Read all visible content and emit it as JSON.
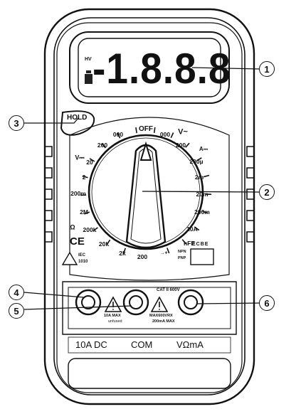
{
  "display": {
    "reading": "-1.8.8.8",
    "indicator": "HV"
  },
  "hold_button": {
    "label": "HOLD"
  },
  "callouts": [
    "1",
    "2",
    "3",
    "4",
    "5",
    "6"
  ],
  "dial": {
    "off_label": "OFF",
    "dcv_symbol": "V⎓",
    "acv_symbol": "V~",
    "resistance_symbol": "Ω",
    "dca_symbol": "A⎓",
    "ranges": [
      {
        "key": "dcv-1000",
        "label": "000"
      },
      {
        "key": "dcv-200",
        "label": "200"
      },
      {
        "key": "dcv-20",
        "label": "20"
      },
      {
        "key": "dcv-2",
        "label": "2"
      },
      {
        "key": "dcv-200m",
        "label": "200m"
      },
      {
        "key": "ohm-2m",
        "label": "2M"
      },
      {
        "key": "ohm-200k",
        "label": "200k"
      },
      {
        "key": "ohm-20k",
        "label": "20k"
      },
      {
        "key": "ohm-2k",
        "label": "2k"
      },
      {
        "key": "ohm-200",
        "label": "200"
      },
      {
        "key": "diode",
        "label": "→+"
      },
      {
        "key": "hfe",
        "label": "hFE"
      },
      {
        "key": "dca-10a",
        "label": "10A"
      },
      {
        "key": "dca-200m",
        "label": "200m"
      },
      {
        "key": "dca-20m",
        "label": "20m"
      },
      {
        "key": "dca-2m",
        "label": "2m"
      },
      {
        "key": "dca-200u",
        "label": "200µ"
      },
      {
        "key": "acv-200",
        "label": "200"
      },
      {
        "key": "acv-750",
        "label": "000"
      }
    ]
  },
  "hfe_socket": {
    "pins": "ECBE",
    "npn": "NPN",
    "pnp": "PNP"
  },
  "marks": {
    "ce": "CE",
    "iec": "IEC",
    "iec_num": "1010"
  },
  "jacks": {
    "cat": "CAT II 600V",
    "warning_left": "10A MAX",
    "warning_left_sub": "unfused",
    "warning_right": "MAX600VRX",
    "warning_right_sub": "200mA MAX",
    "jack_10a": "10A DC",
    "jack_com": "COM",
    "jack_vohma": "VΩmA"
  }
}
